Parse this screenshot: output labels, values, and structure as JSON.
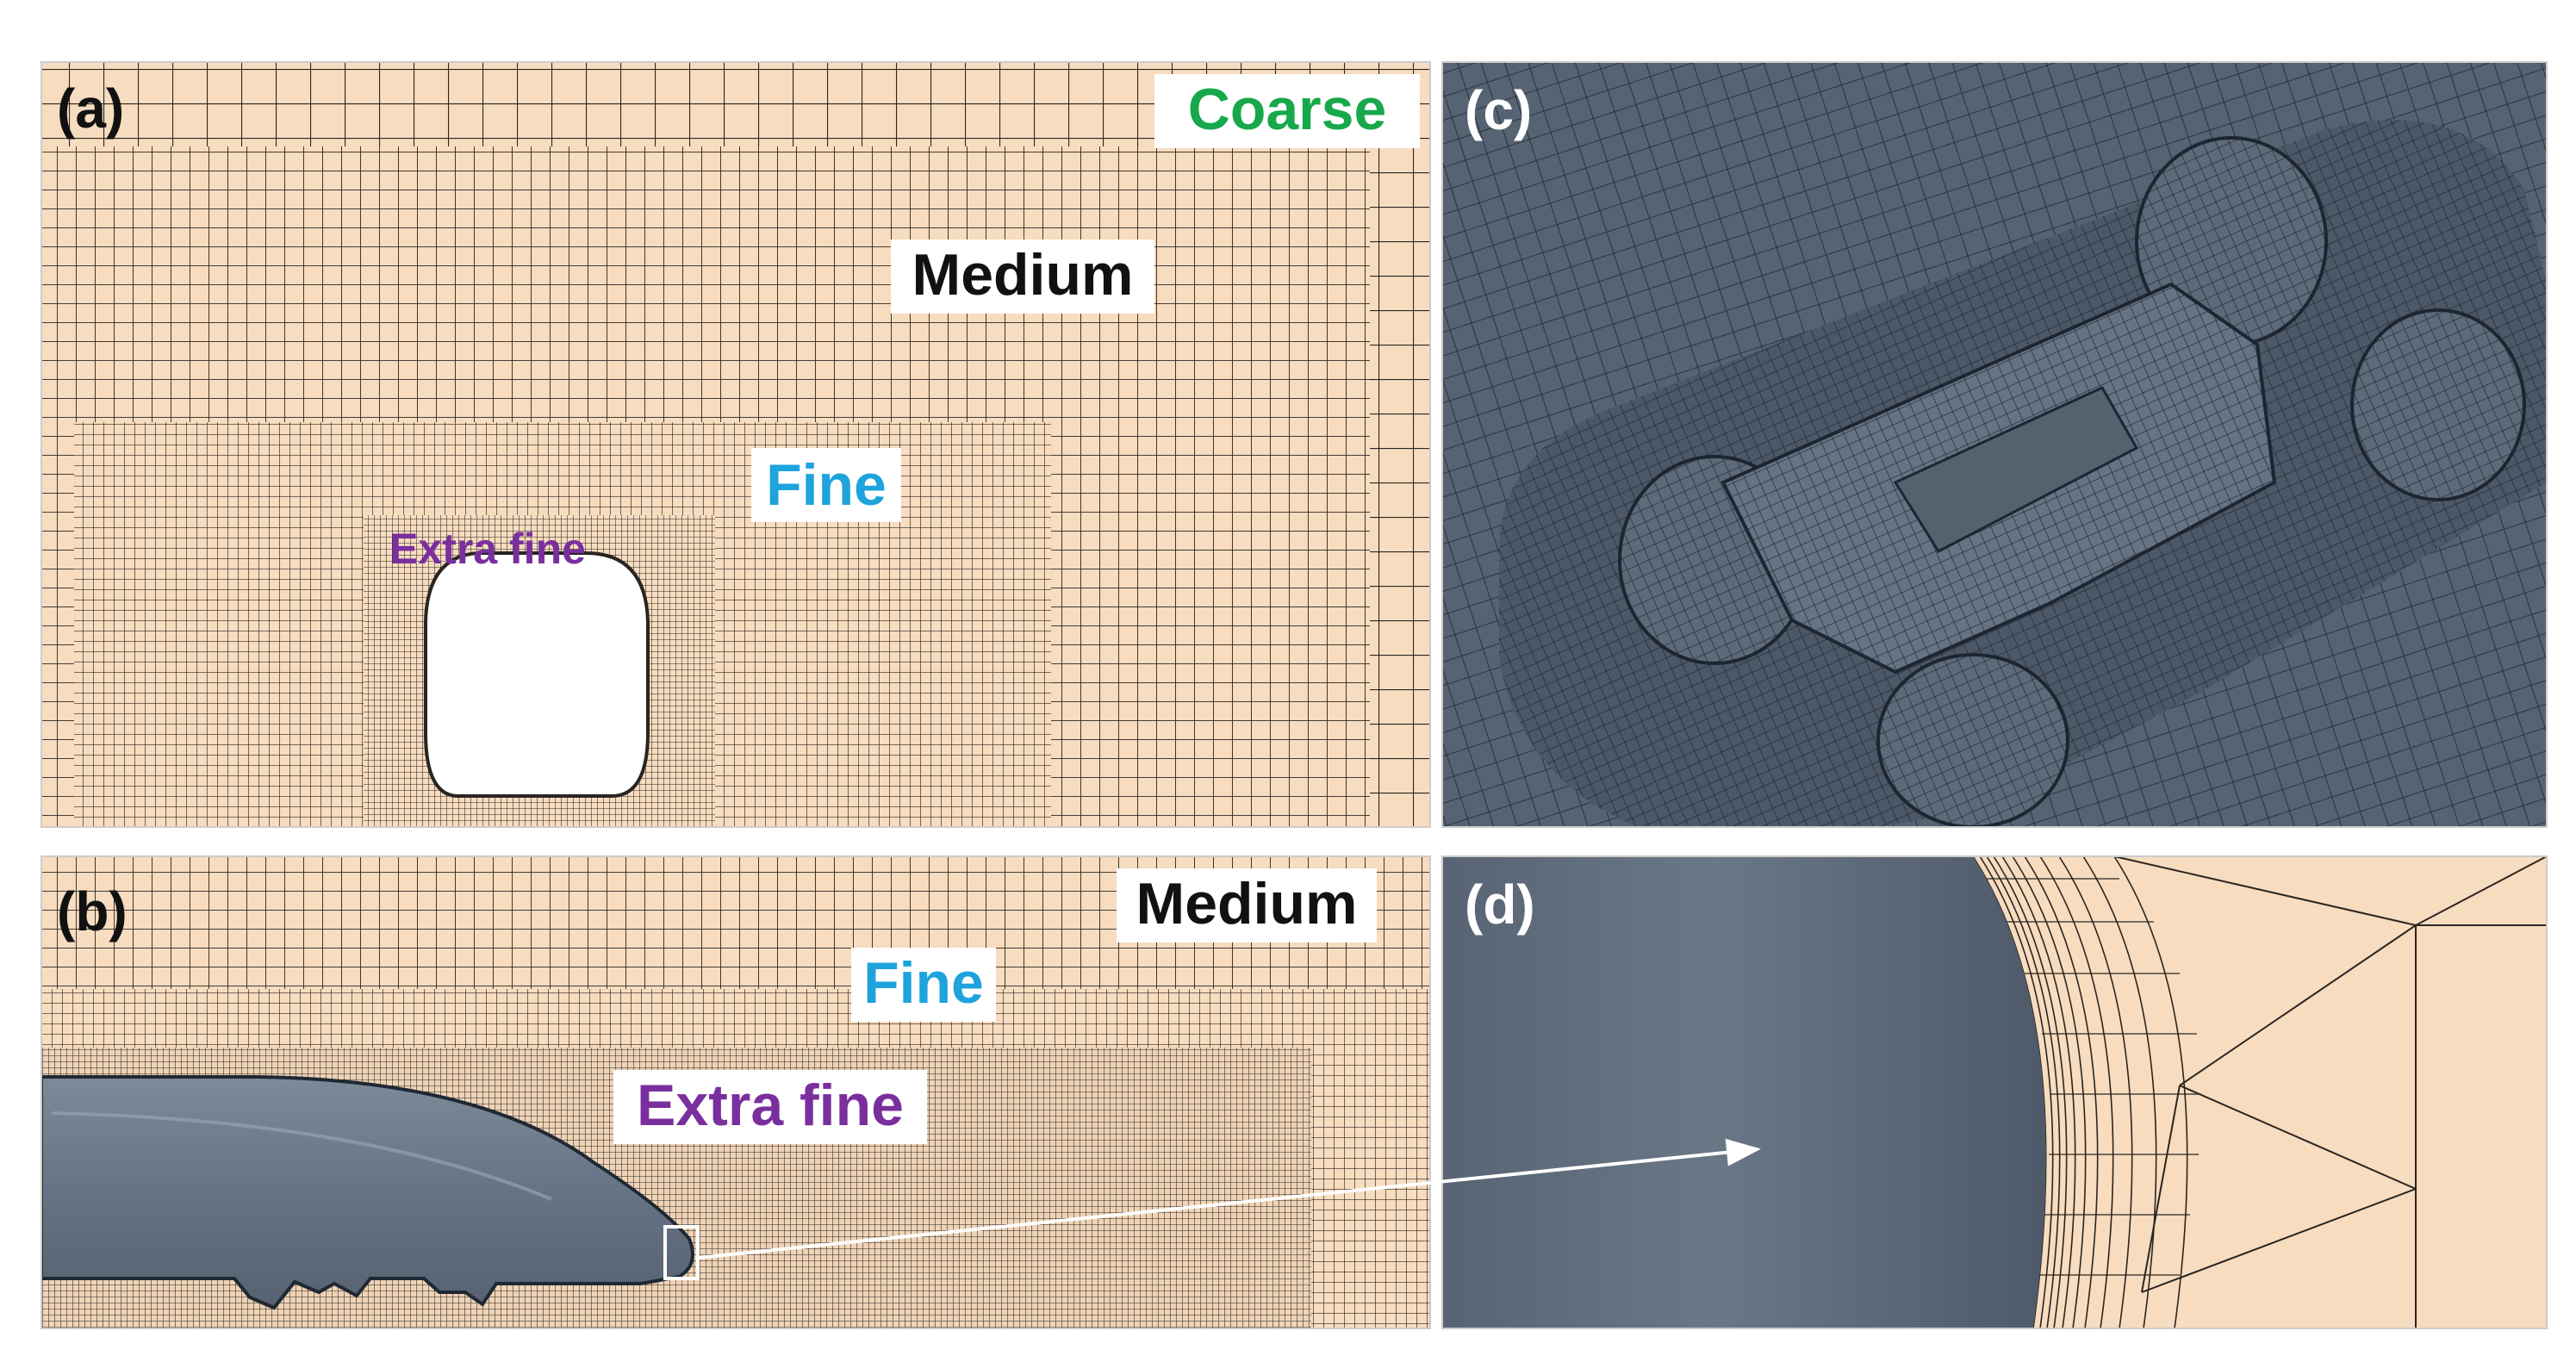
{
  "panels": {
    "a": {
      "letter": "(a)",
      "labels": {
        "coarse": "Coarse",
        "medium": "Medium",
        "fine": "Fine",
        "extra_fine": "Extra fine"
      }
    },
    "b": {
      "letter": "(b)",
      "labels": {
        "medium": "Medium",
        "fine": "Fine",
        "extra_fine": "Extra fine"
      }
    },
    "c": {
      "letter": "(c)"
    },
    "d": {
      "letter": "(d)"
    }
  },
  "colors": {
    "mesh_background": "#f7dcbf",
    "mesh_line": "#2a2520",
    "geometry_gray": "#5b6878",
    "coarse_label": "#17a84b",
    "medium_label": "#111111",
    "fine_label": "#1ea3dc",
    "extra_fine_label": "#7a2f9e",
    "panel_letter_light": "#ffffff",
    "panel_letter_dark": "#111111"
  }
}
